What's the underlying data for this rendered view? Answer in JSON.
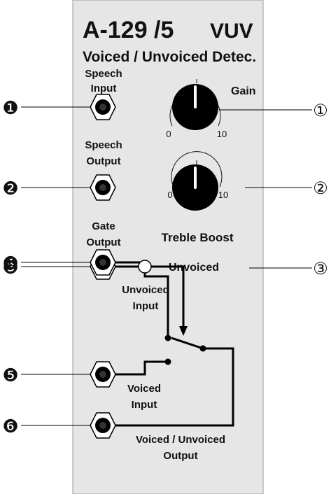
{
  "module": {
    "name": "A-129 /5",
    "short_name": "VUV",
    "subtitle": "Voiced / Unvoiced Detec."
  },
  "controls": {
    "gain_label": "Gain",
    "gain_min": "0",
    "gain_max": "10",
    "treble_label": "Treble Boost",
    "treble_min": "0",
    "treble_max": "10",
    "unvoiced_led_label": "Unvoiced"
  },
  "sockets": {
    "speech_input": [
      "Speech",
      "Input"
    ],
    "speech_output": [
      "Speech",
      "Output"
    ],
    "gate_output": [
      "Gate",
      "Output"
    ],
    "unvoiced_input": [
      "Unvoiced",
      "Input"
    ],
    "voiced_input": [
      "Voiced",
      "Input"
    ],
    "vuv_output": [
      "Voiced / Unvoiced",
      "Output"
    ]
  },
  "callouts_left": [
    "❶",
    "❷",
    "❸",
    "❹",
    "❺",
    "❻"
  ],
  "callouts_right": [
    "①",
    "②",
    "③"
  ],
  "colors": {
    "panel": "#e6e6e6",
    "knob": "#000000",
    "callout": "#111111"
  }
}
